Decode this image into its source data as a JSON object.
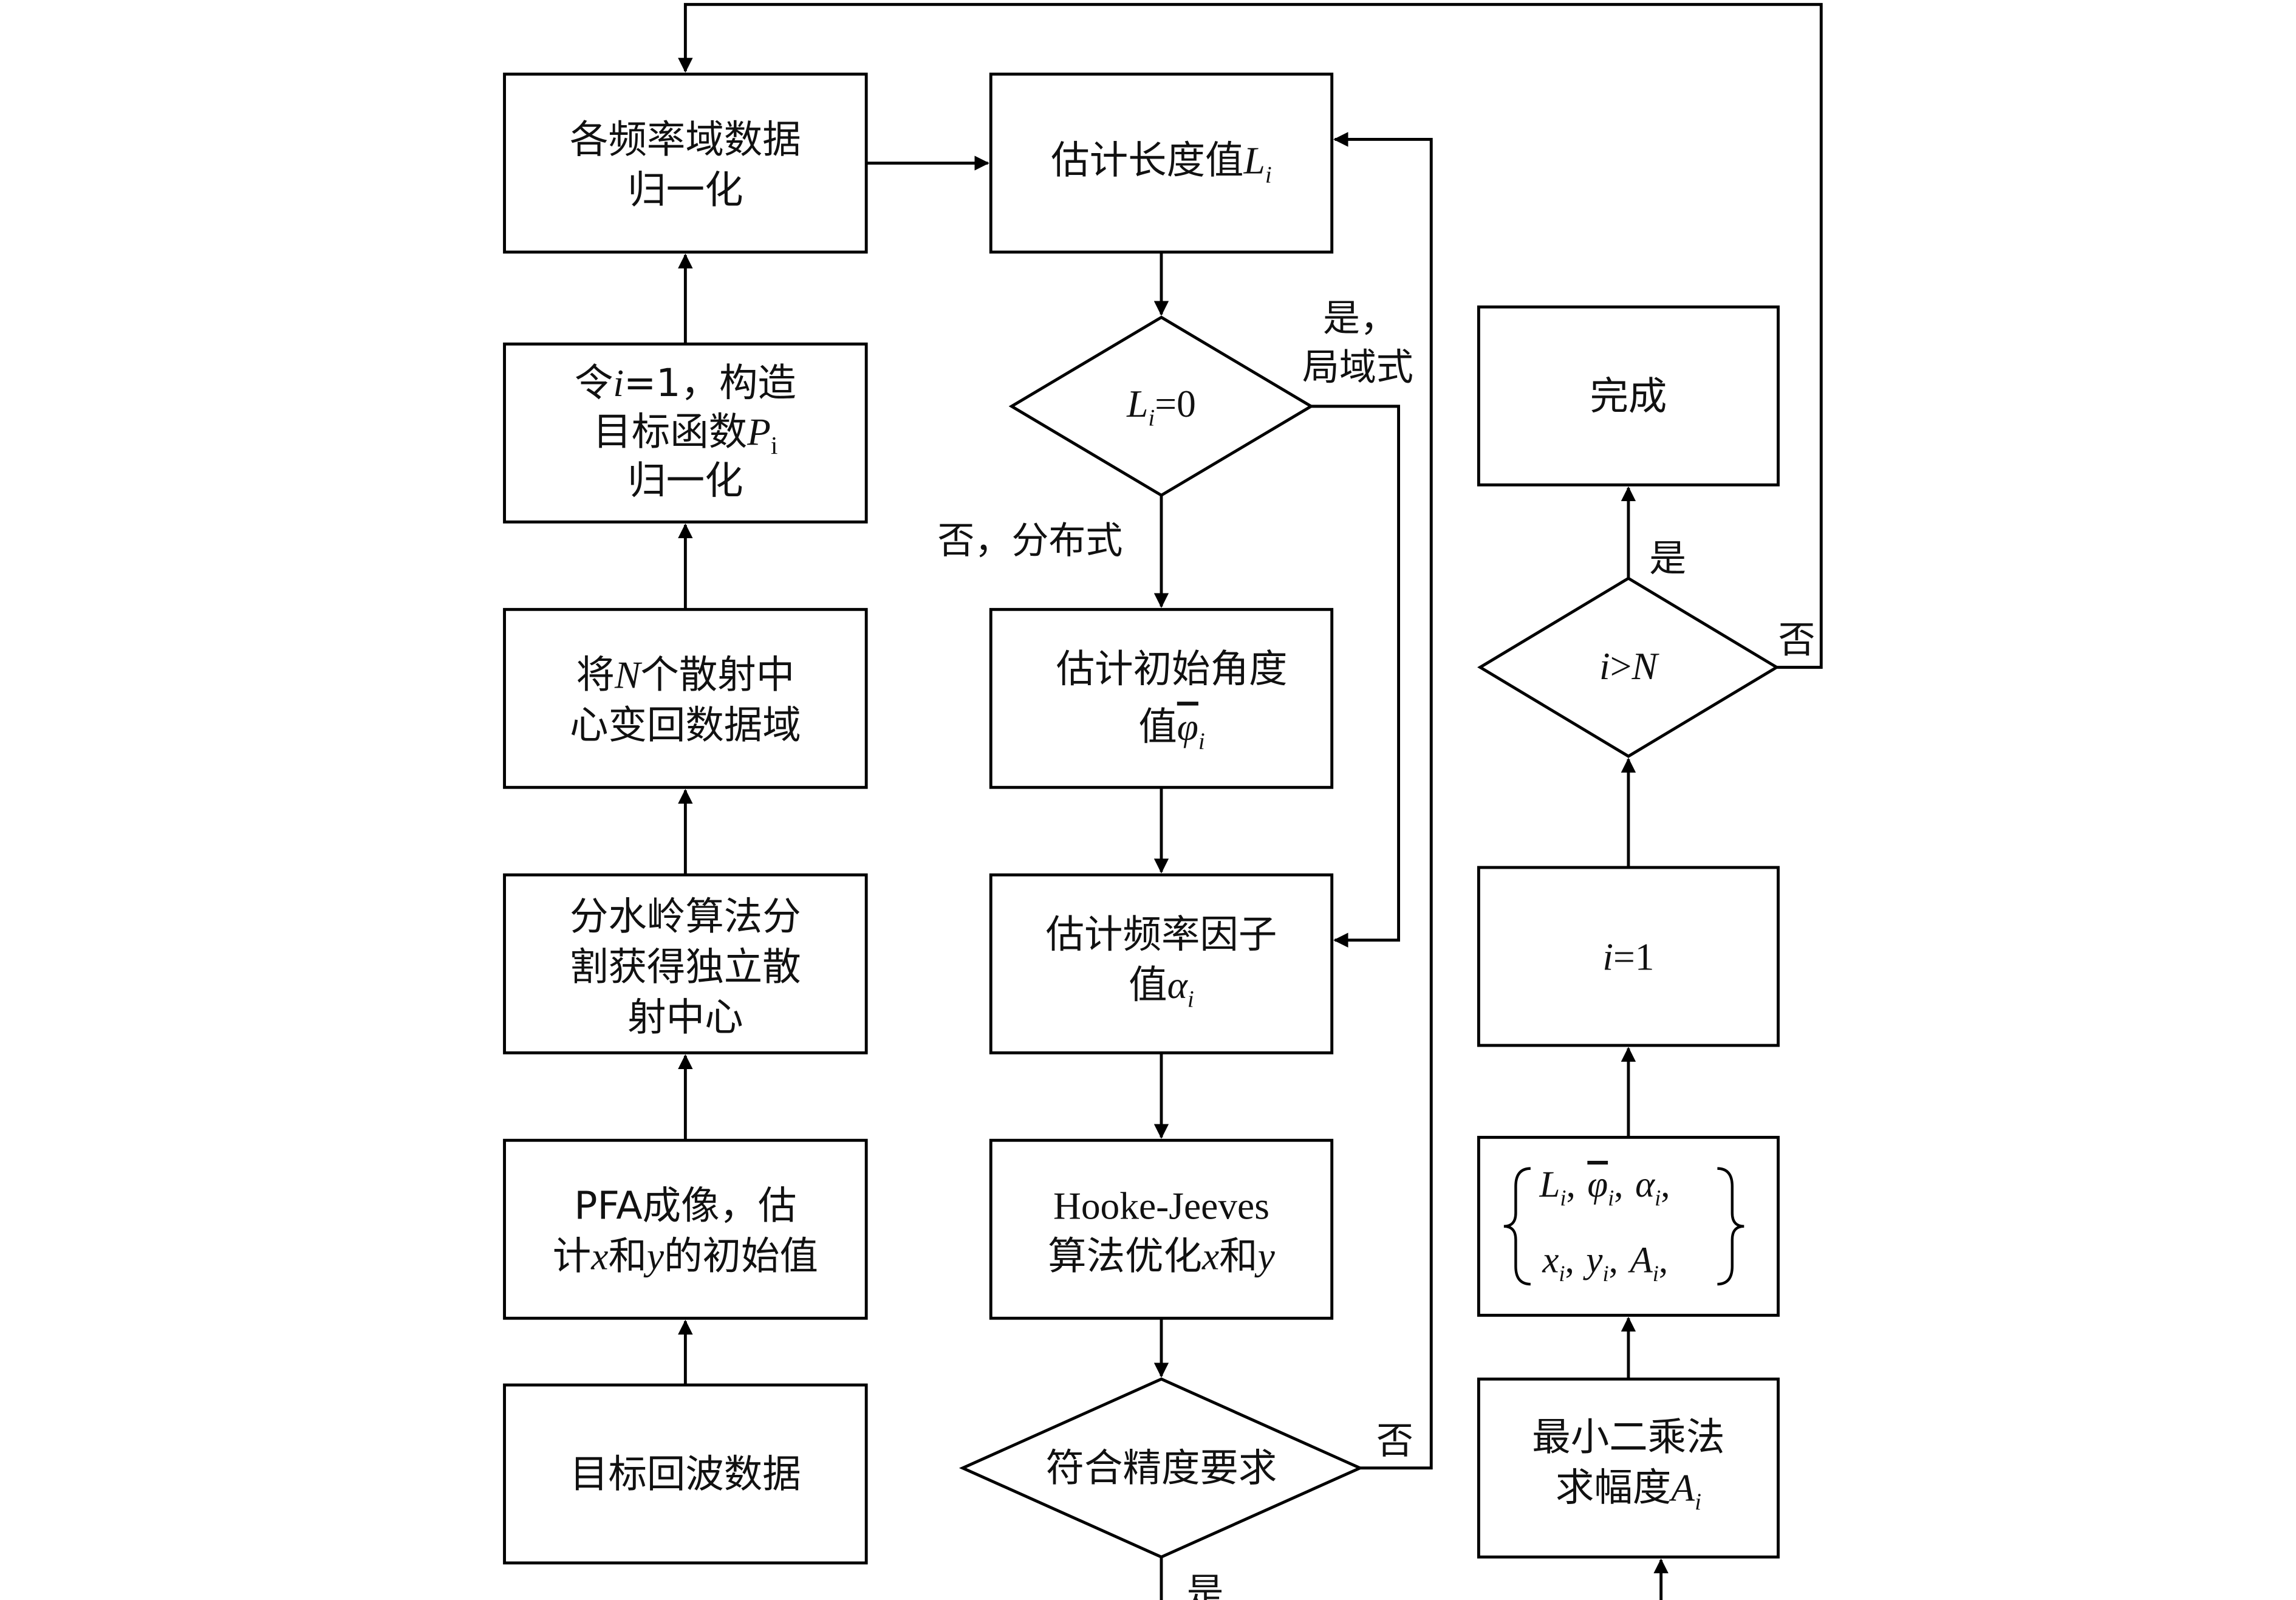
{
  "boxes": {
    "normalize": {
      "line1": "各频率域数据",
      "line2": "归一化"
    },
    "objective": {
      "l1_pre": "令",
      "l1_i": "i",
      "l1_mid": "=1，构造",
      "l2_pre": "目标函数",
      "l2_P": "P",
      "l2_sub": "i",
      "line3": "归一化"
    },
    "transform": {
      "l1_pre": "将",
      "l1_N": "N",
      "l1_post": "个散射中",
      "line2": "心变回数据域"
    },
    "watershed": {
      "line1": "分水岭算法分",
      "line2": "割获得独立散",
      "line3": "射中心"
    },
    "pfa": {
      "line1": "PFA成像，估",
      "l2_pre": "计",
      "l2_x": "x",
      "l2_mid": "和",
      "l2_y": "y",
      "l2_post": "的初始值"
    },
    "echo": {
      "line1": "目标回波数据"
    },
    "length": {
      "pre": "估计长度值",
      "L": "L",
      "sub": "i"
    },
    "angle": {
      "line1": "估计初始角度",
      "l2_pre": "值",
      "phi": "φ",
      "sub": "i"
    },
    "freq": {
      "line1": "估计频率因子",
      "l2_pre": "值",
      "alpha": "α",
      "sub": "i"
    },
    "hooke": {
      "line1": "Hooke-Jeeves",
      "l2_pre": "算法优化",
      "l2_x": "x",
      "l2_mid": "和",
      "l2_y": "y"
    },
    "done": {
      "line1": "完成"
    },
    "iset": {
      "i": "i",
      "rest": "=1"
    },
    "params": {
      "L": "L",
      "phi": "φ",
      "alpha": "α",
      "x": "x",
      "y": "y",
      "A": "A",
      "sub": "i",
      "comma": ","
    },
    "lsq": {
      "line1": "最小二乘法",
      "l2_pre": "求幅度",
      "A": "A",
      "sub": "i"
    }
  },
  "decisions": {
    "li0": {
      "L": "L",
      "sub": "i",
      "rest": "=0"
    },
    "precision": {
      "label": "符合精度要求"
    },
    "igtN": {
      "i": "i",
      "op": ">",
      "N": "N"
    }
  },
  "edge_labels": {
    "yes_local_1": "是，",
    "yes_local_2": "局域式",
    "no_distributed": "否，分布式",
    "precision_no": "否",
    "precision_yes": "是",
    "igtN_yes": "是",
    "igtN_no": "否"
  }
}
